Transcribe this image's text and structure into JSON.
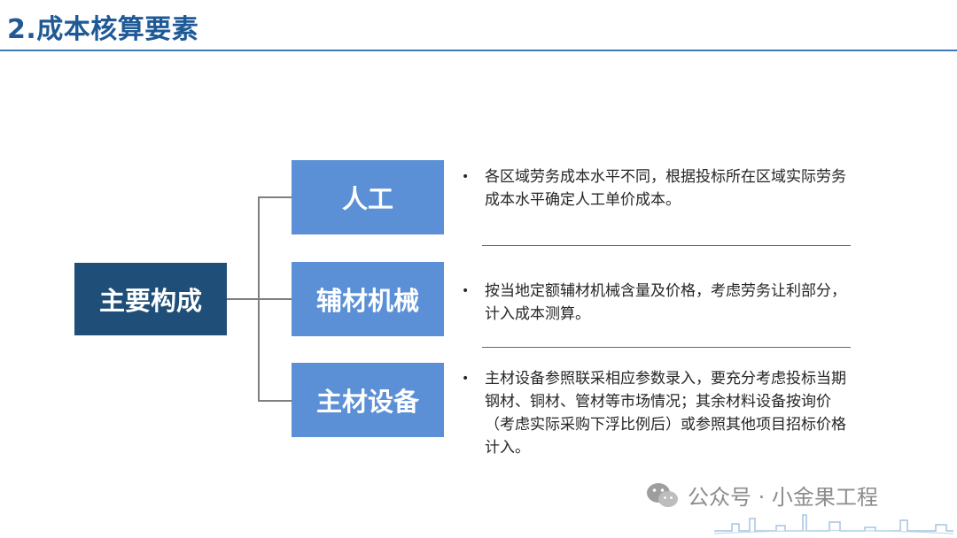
{
  "slide": {
    "title": "2.成本核算要素"
  },
  "diagram": {
    "root": "主要构成",
    "items": [
      {
        "label": "人工",
        "description": "各区域劳务成本水平不同，根据投标所在区域实际劳务成本水平确定人工单价成本。"
      },
      {
        "label": "辅材机械",
        "description": "按当地定额辅材机械含量及价格，考虑劳务让利部分，计入成本测算。"
      },
      {
        "label": "主材设备",
        "description": "主材设备参照联采相应参数录入，要充分考虑投标当期钢材、铜材、管材等市场情况；其余材料设备按询价（考虑实际采购下浮比例后）或参照其他项目招标价格计入。"
      }
    ],
    "bullet_symbol": "•"
  },
  "watermark": {
    "text": "公众号 · 小金果工程",
    "icon": "wechat-icon"
  },
  "colors": {
    "title": "#1f5a96",
    "root_box": "#1f4e79",
    "item_box": "#5b8fd6",
    "rule": "#3d78b7"
  }
}
